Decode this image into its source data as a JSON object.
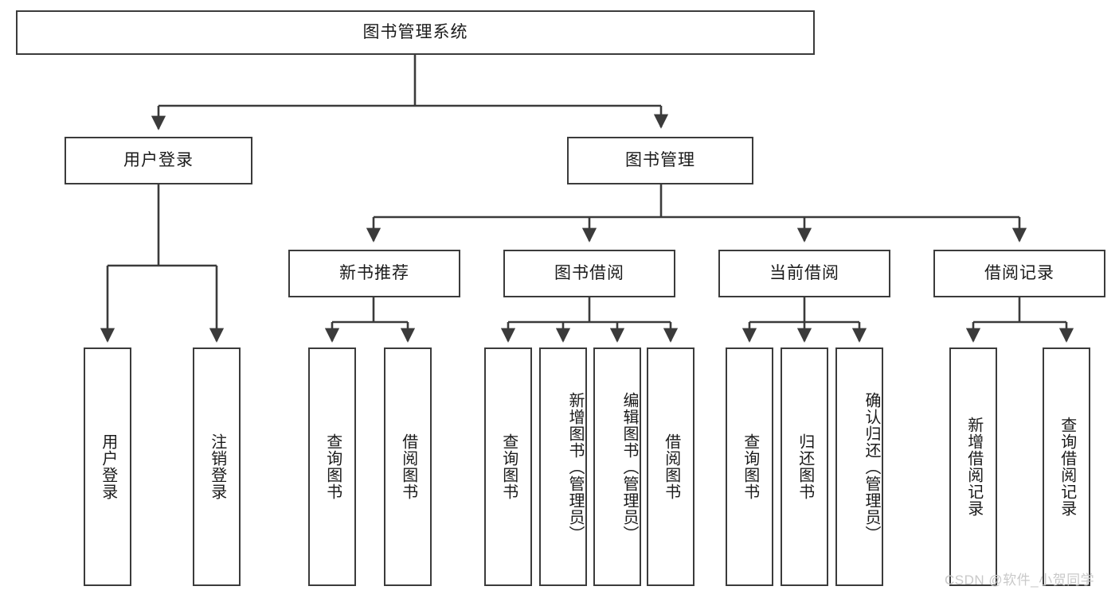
{
  "diagram": {
    "type": "tree-hierarchy",
    "title": "图书管理系统",
    "watermark": "CSDN @软件_小贺同学",
    "colors": {
      "box_border": "#3b3b3b",
      "box_fill": "#ffffff",
      "connector": "#3b3b3b",
      "text": "#1b1b1b",
      "watermark": "#c9c9c9"
    },
    "root": {
      "label": "图书管理系统"
    },
    "level2": [
      {
        "label": "用户登录"
      },
      {
        "label": "图书管理"
      }
    ],
    "level3": [
      {
        "label": "新书推荐"
      },
      {
        "label": "图书借阅"
      },
      {
        "label": "当前借阅"
      },
      {
        "label": "借阅记录"
      }
    ],
    "leaves": {
      "user_login": [
        {
          "label": "用户登录"
        },
        {
          "label": "注销登录"
        }
      ],
      "new_book_recommend": [
        {
          "label": "查询图书"
        },
        {
          "label": "借阅图书"
        }
      ],
      "book_borrow": [
        {
          "label": "查询图书"
        },
        {
          "label": "新增图书（管理员）"
        },
        {
          "label": "编辑图书（管理员）"
        },
        {
          "label": "借阅图书"
        }
      ],
      "current_borrow": [
        {
          "label": "查询图书"
        },
        {
          "label": "归还图书"
        },
        {
          "label": "确认归还（管理员）"
        }
      ],
      "borrow_records": [
        {
          "label": "新增借阅记录"
        },
        {
          "label": "查询借阅记录"
        }
      ]
    }
  }
}
